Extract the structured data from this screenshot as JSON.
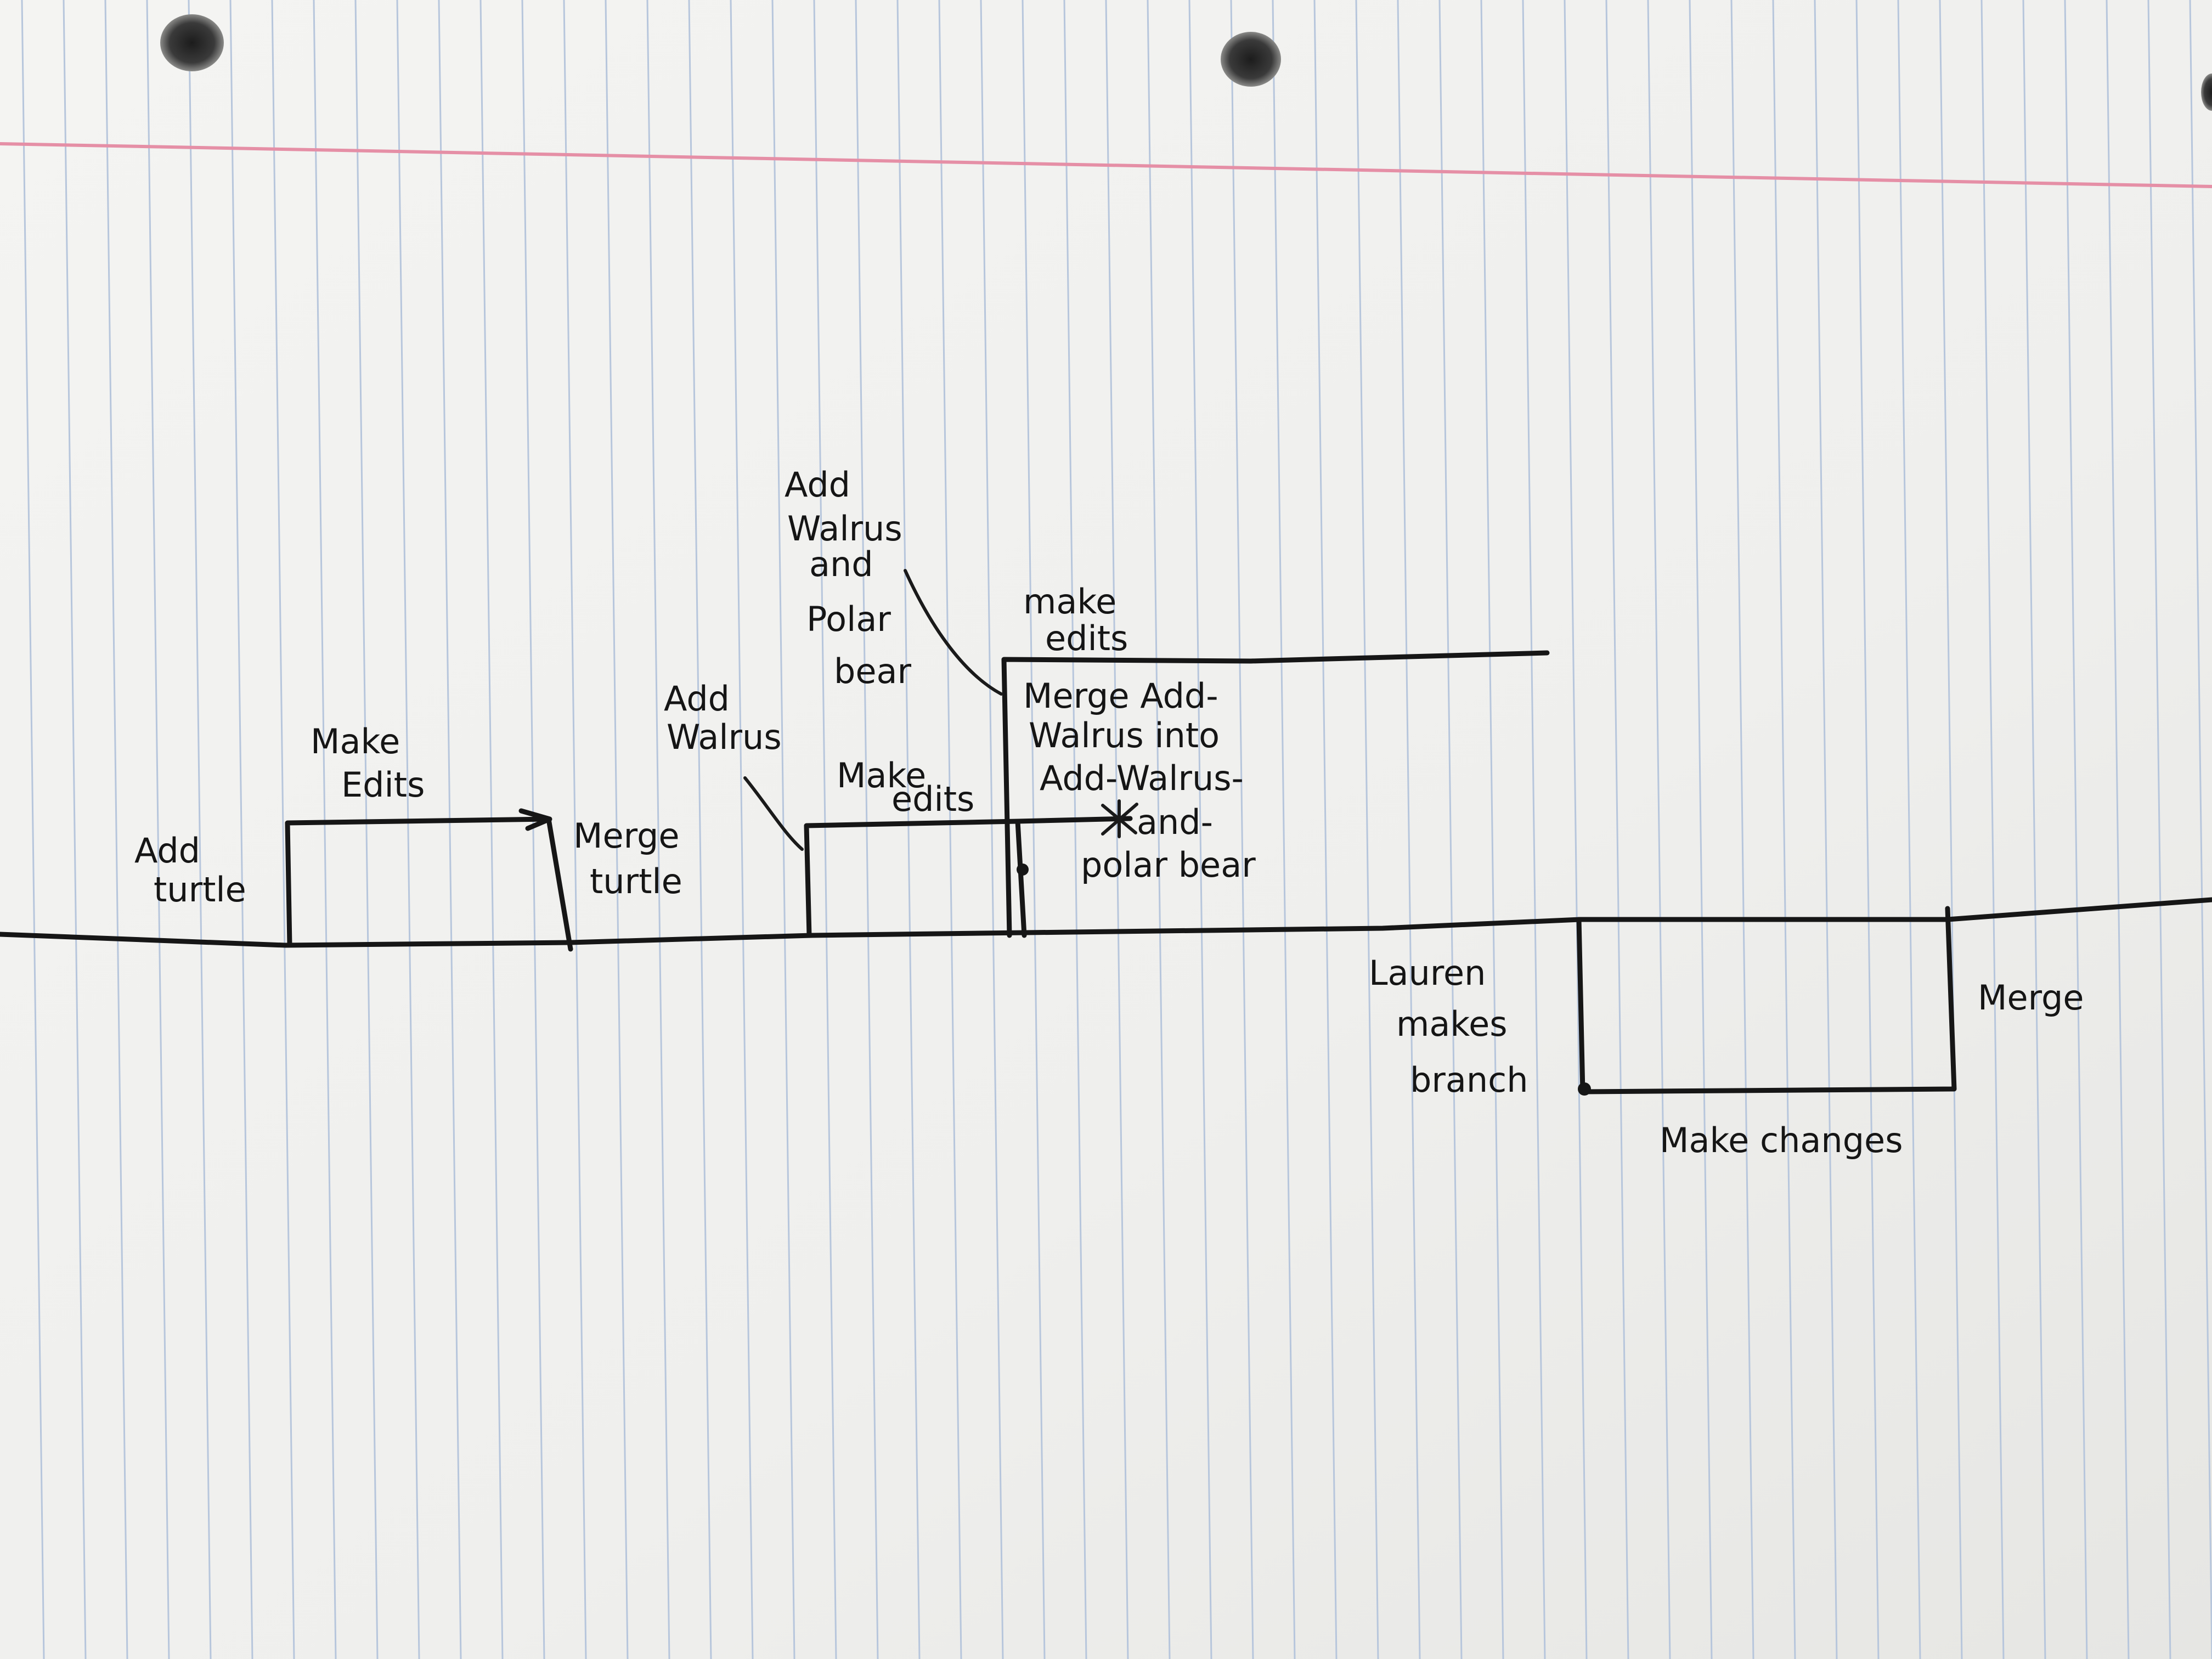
{
  "diagram": {
    "labels": {
      "add_turtle": [
        "Add",
        "turtle"
      ],
      "make_edits_1": [
        "Make",
        "Edits"
      ],
      "merge_turtle": [
        "Merge",
        "turtle"
      ],
      "add_walrus": [
        "Add",
        "Walrus"
      ],
      "make_edits_2": [
        "Make",
        "edits"
      ],
      "add_walrus_polar_bear": [
        "Add",
        "Walrus",
        "and",
        "Polar",
        "bear"
      ],
      "make_edits_3": [
        "make",
        "edits"
      ],
      "merge_walrus_note": [
        "Merge Add-",
        "Walrus into",
        "Add-Walrus-",
        "and-",
        "polar bear"
      ],
      "lauren_makes_branch": [
        "Lauren",
        "makes",
        "branch"
      ],
      "merge": [
        "Merge"
      ],
      "make_changes": [
        "Make changes"
      ]
    },
    "colors": {
      "paper": "#f3f3f1",
      "rule_line": "#b7c6dc",
      "margin_line": "#e58fa6",
      "ink": "#161616",
      "hole": "#3a3a3a"
    }
  }
}
